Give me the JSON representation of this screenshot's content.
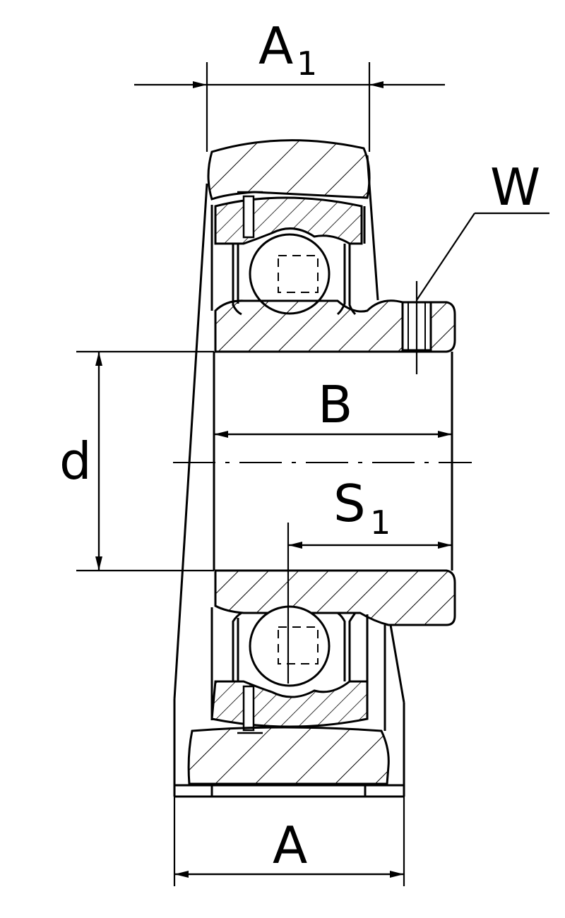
{
  "labels": {
    "a1_main": "A",
    "a1_sub": "1",
    "w": "W",
    "b": "B",
    "d": "d",
    "s1_main": "S",
    "s1_sub": "1",
    "a": "A"
  },
  "colors": {
    "line": "#000000",
    "background": "#ffffff"
  }
}
